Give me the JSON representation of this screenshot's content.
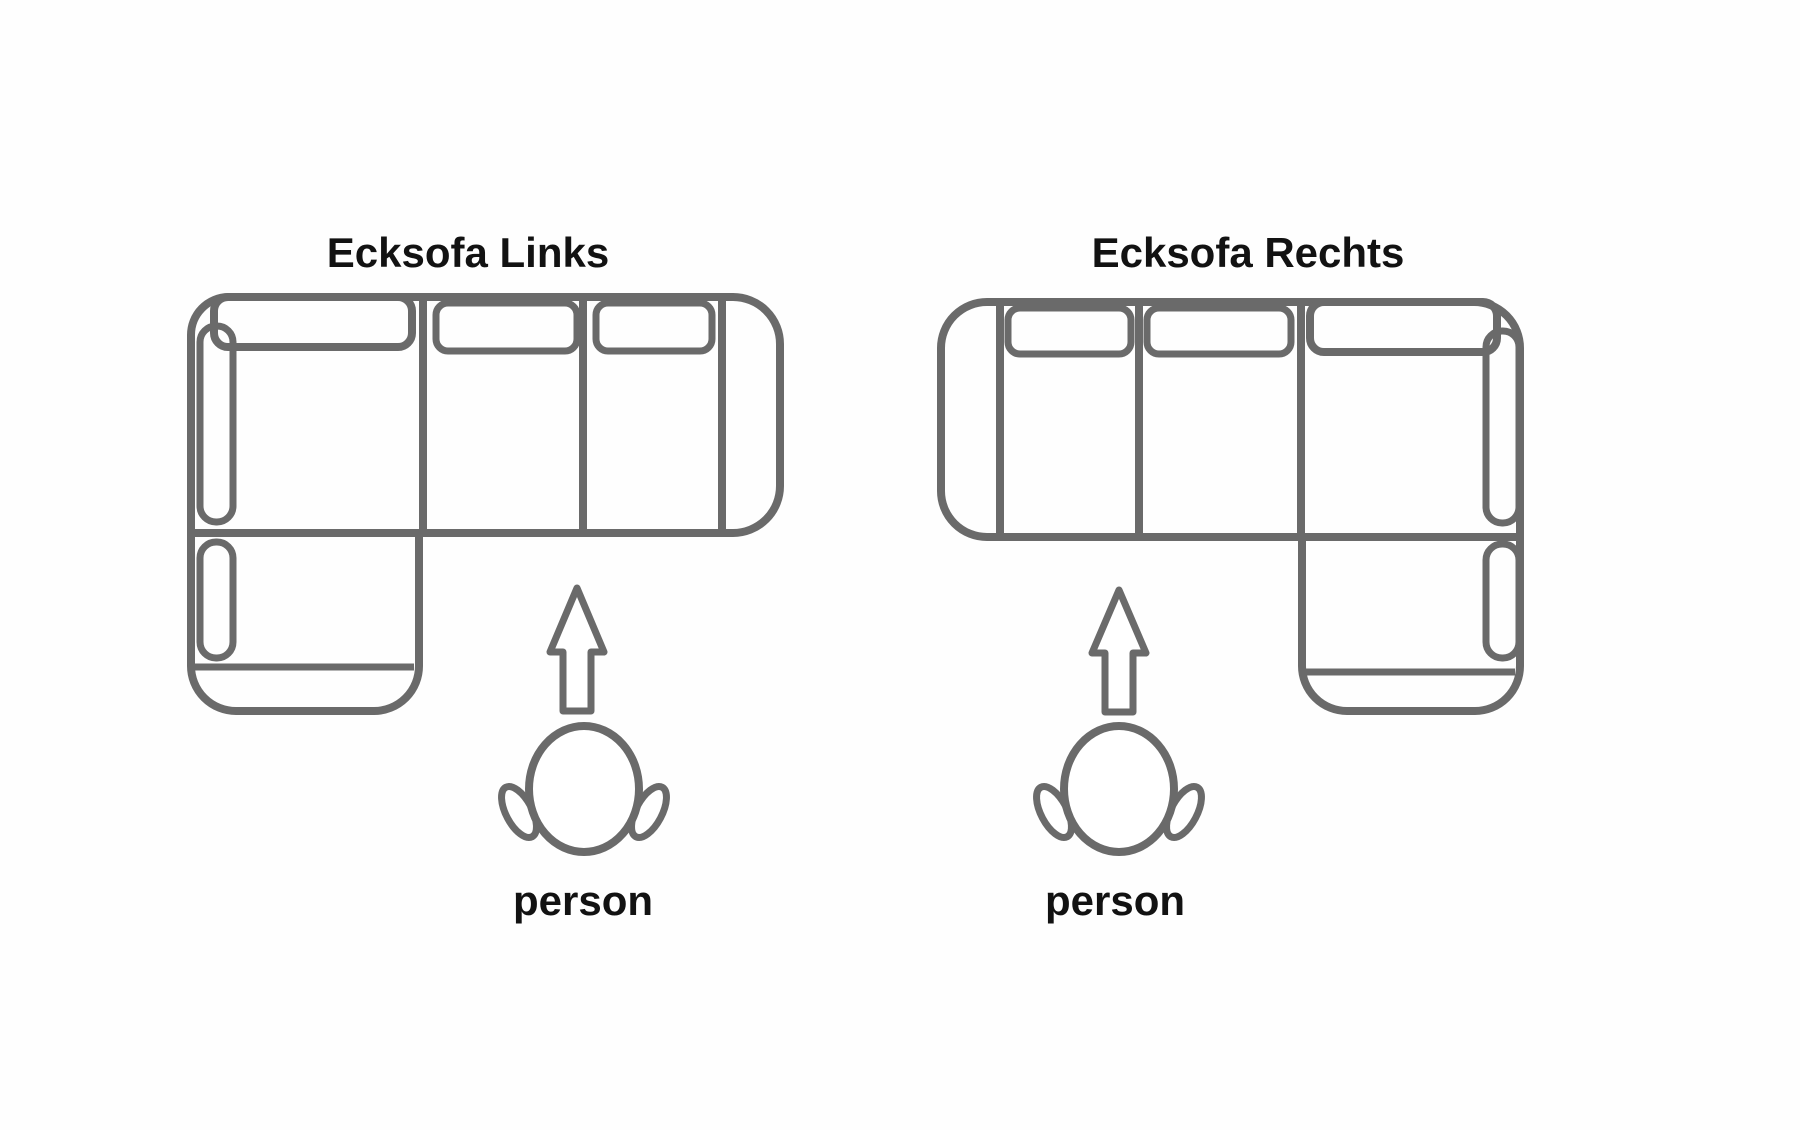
{
  "page": {
    "background": "#fefefe"
  },
  "diagram": {
    "line_color": "#6a6a6a",
    "text_color": "#121212",
    "sofas": [
      {
        "title": "Ecksofa Links",
        "orientation": "corner-left",
        "seat_cushions": 3,
        "person_label": "person"
      },
      {
        "title": "Ecksofa Rechts",
        "orientation": "corner-right",
        "seat_cushions": 3,
        "person_label": "person"
      }
    ]
  }
}
